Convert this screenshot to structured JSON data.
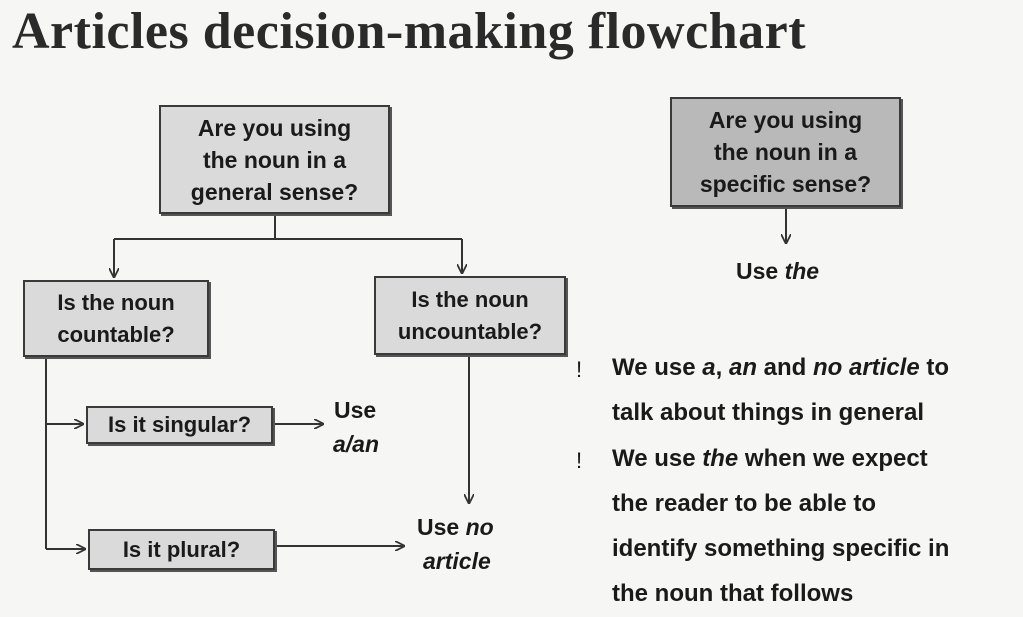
{
  "title": "Articles decision-making flowchart",
  "nodes": {
    "general": [
      "Are you using",
      "the noun in a",
      "general sense?"
    ],
    "specific": [
      "Are you using",
      "the noun in a",
      "specific sense?"
    ],
    "countable": [
      "Is the noun",
      "countable?"
    ],
    "uncountable": [
      "Is the noun",
      "uncountable?"
    ],
    "singular": "Is it singular?",
    "plural": "Is it plural?"
  },
  "outcomes": {
    "use_the": {
      "prefix": "Use ",
      "emph": "the"
    },
    "use_a_an": {
      "line1": "Use",
      "line2": "a/an"
    },
    "use_no_article": {
      "line1_prefix": "Use ",
      "line1_emph": "no",
      "line2": "article"
    }
  },
  "notes": {
    "bullet_glyph": "!",
    "note1": {
      "p1": "We use ",
      "e1": "a",
      "p2": ", ",
      "e2": "an",
      "p3": " and ",
      "e3": "no article",
      "p4": " to",
      "line2": "talk about things in general"
    },
    "note2": {
      "p1": "We use ",
      "e1": "the",
      "p2": " when we expect",
      "line2": "the reader to be able to",
      "line3": "identify something specific in",
      "line4": "the noun that follows"
    }
  }
}
